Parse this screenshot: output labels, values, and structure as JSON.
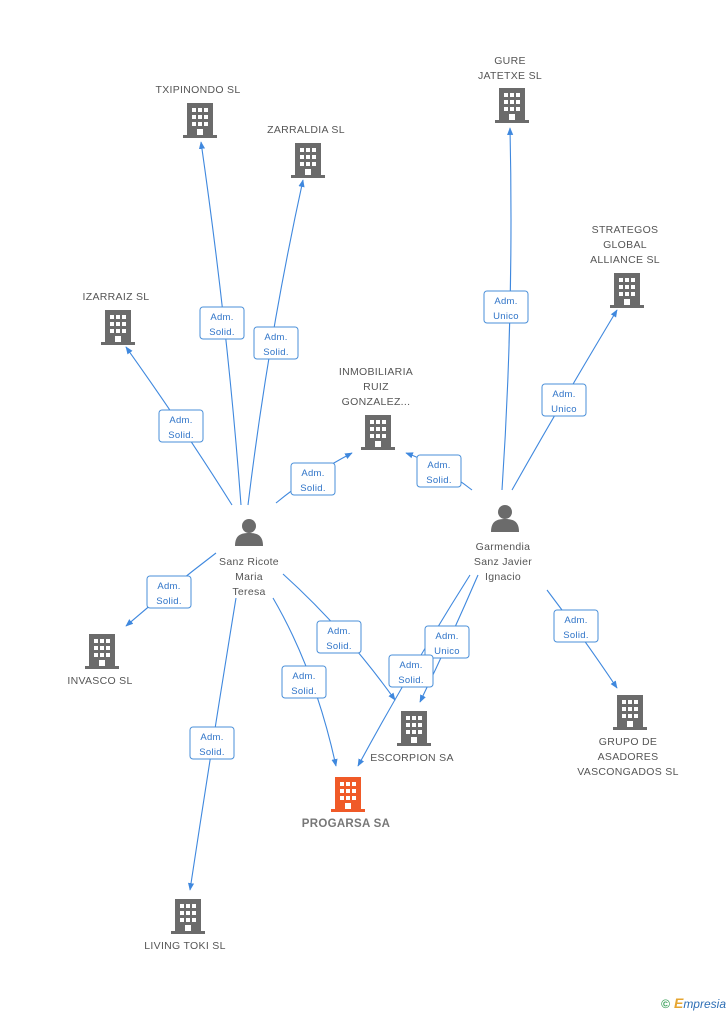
{
  "nodes": [
    {
      "id": "txipinondo",
      "type": "company",
      "label": [
        "TXIPINONDO SL"
      ]
    },
    {
      "id": "zarraldia",
      "type": "company",
      "label": [
        "ZARRALDIA SL"
      ]
    },
    {
      "id": "gure",
      "type": "company",
      "label": [
        "GURE",
        "JATETXE SL"
      ]
    },
    {
      "id": "strategos",
      "type": "company",
      "label": [
        "STRATEGOS",
        "GLOBAL",
        "ALLIANCE SL"
      ]
    },
    {
      "id": "izarraiz",
      "type": "company",
      "label": [
        "IZARRAIZ SL"
      ]
    },
    {
      "id": "inmobiliaria",
      "type": "company",
      "label": [
        "INMOBILIARIA",
        "RUIZ",
        "GONZALEZ..."
      ]
    },
    {
      "id": "sanz",
      "type": "person",
      "label": [
        "Sanz Ricote",
        "Maria",
        "Teresa"
      ]
    },
    {
      "id": "garmendia",
      "type": "person",
      "label": [
        "Garmendia",
        "Sanz Javier",
        "Ignacio"
      ]
    },
    {
      "id": "invasco",
      "type": "company",
      "label": [
        "INVASCO SL"
      ]
    },
    {
      "id": "escorpion",
      "type": "company",
      "label": [
        "ESCORPION SA"
      ]
    },
    {
      "id": "grupo",
      "type": "company",
      "label": [
        "GRUPO DE",
        "ASADORES",
        "VASCONGADOS SL"
      ]
    },
    {
      "id": "progarsa",
      "type": "company",
      "focus": true,
      "label": [
        "PROGARSA SA"
      ]
    },
    {
      "id": "livingtoki",
      "type": "company",
      "label": [
        "LIVING TOKI SL"
      ]
    }
  ],
  "edges": [
    {
      "from": "sanz",
      "to": "txipinondo",
      "label": [
        "Adm.",
        "Solid."
      ]
    },
    {
      "from": "sanz",
      "to": "zarraldia",
      "label": [
        "Adm.",
        "Solid."
      ]
    },
    {
      "from": "sanz",
      "to": "izarraiz",
      "label": [
        "Adm.",
        "Solid."
      ]
    },
    {
      "from": "sanz",
      "to": "inmobiliaria",
      "label": [
        "Adm.",
        "Solid."
      ]
    },
    {
      "from": "sanz",
      "to": "invasco",
      "label": [
        "Adm.",
        "Solid."
      ]
    },
    {
      "from": "sanz",
      "to": "escorpion",
      "label": [
        "Adm.",
        "Solid."
      ]
    },
    {
      "from": "sanz",
      "to": "progarsa",
      "label": [
        "Adm.",
        "Solid."
      ]
    },
    {
      "from": "sanz",
      "to": "livingtoki",
      "label": [
        "Adm.",
        "Solid."
      ]
    },
    {
      "from": "garmendia",
      "to": "gure",
      "label": [
        "Adm.",
        "Unico"
      ]
    },
    {
      "from": "garmendia",
      "to": "strategos",
      "label": [
        "Adm.",
        "Unico"
      ]
    },
    {
      "from": "garmendia",
      "to": "inmobiliaria",
      "label": [
        "Adm.",
        "Solid."
      ]
    },
    {
      "from": "garmendia",
      "to": "escorpion",
      "label": [
        "Adm.",
        "Unico"
      ]
    },
    {
      "from": "garmendia",
      "to": "progarsa",
      "label": [
        "Adm.",
        "Solid."
      ]
    },
    {
      "from": "garmendia",
      "to": "grupo",
      "label": [
        "Adm.",
        "Solid."
      ]
    }
  ],
  "colors": {
    "edge": "#3f88de",
    "company": "#6b6b6b",
    "focus": "#f05a28",
    "person": "#6b6b6b"
  },
  "watermark": {
    "copyright": "©",
    "brand_initial": "E",
    "brand_rest": "mpresia"
  }
}
